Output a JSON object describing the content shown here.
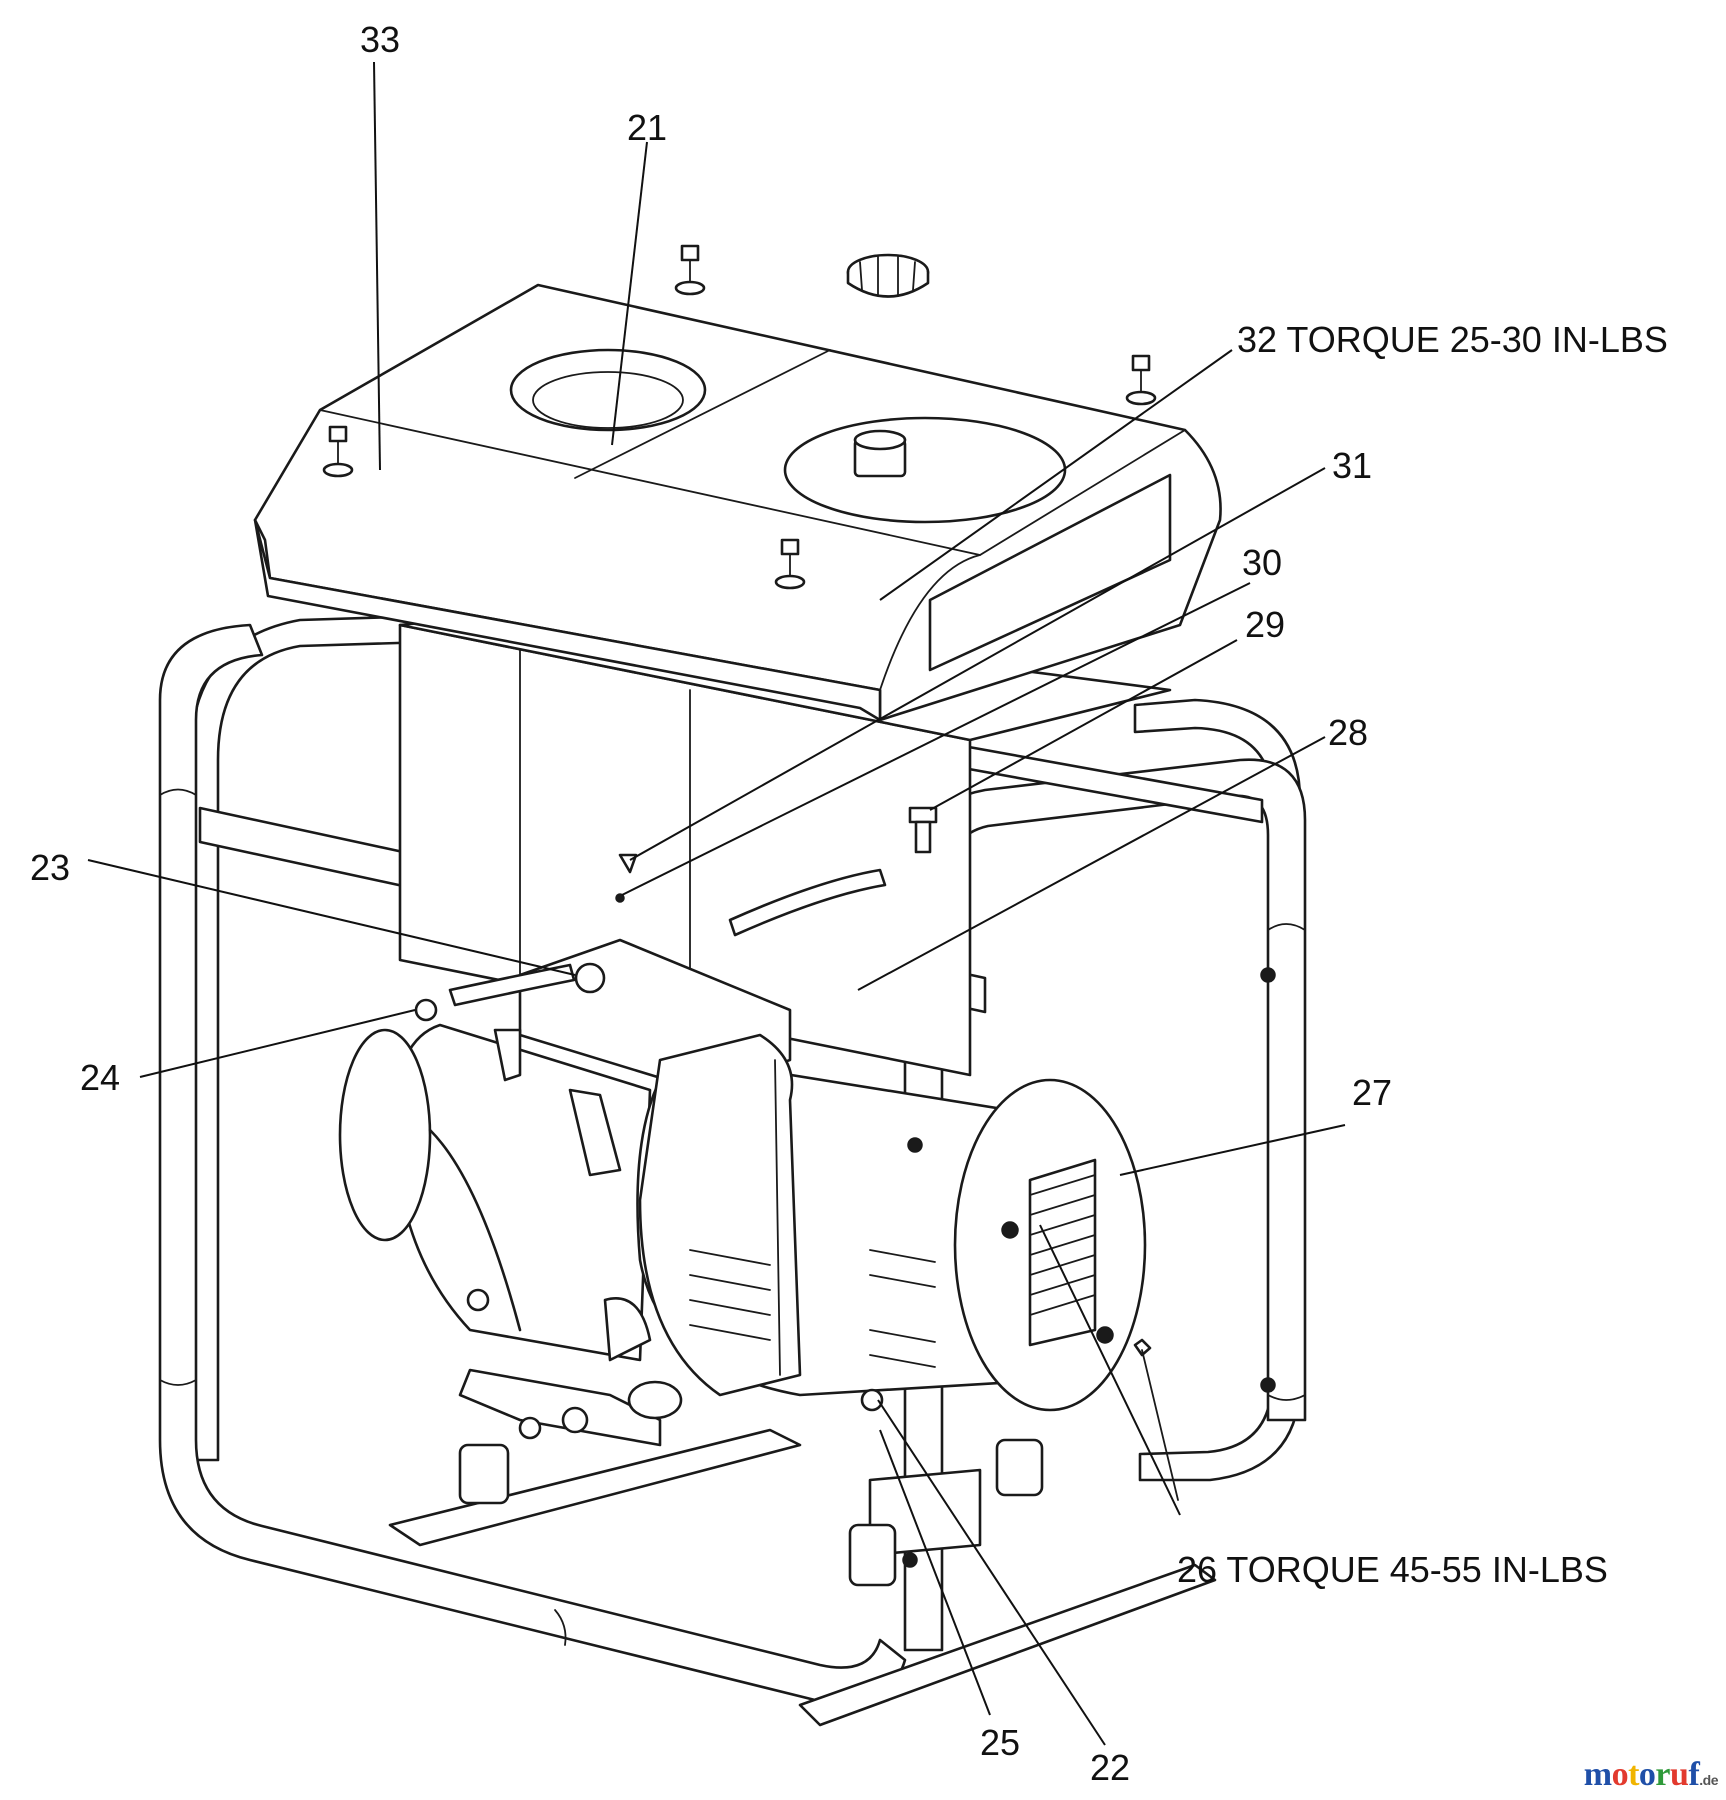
{
  "callouts": [
    {
      "id": "33",
      "label": "33"
    },
    {
      "id": "21",
      "label": "21"
    },
    {
      "id": "32",
      "label": "32  TORQUE 25-30 IN-LBS"
    },
    {
      "id": "31",
      "label": "31"
    },
    {
      "id": "30",
      "label": "30"
    },
    {
      "id": "29",
      "label": "29"
    },
    {
      "id": "28",
      "label": "28"
    },
    {
      "id": "23",
      "label": "23"
    },
    {
      "id": "24",
      "label": "24"
    },
    {
      "id": "27",
      "label": "27"
    },
    {
      "id": "26",
      "label": "26  TORQUE 45-55 IN-LBS"
    },
    {
      "id": "25",
      "label": "25"
    },
    {
      "id": "22",
      "label": "22"
    }
  ],
  "watermark": {
    "text": "motoruf",
    "suffix": ".de",
    "letter_colors": [
      "#1f4fa8",
      "#e23a2e",
      "#f0b400",
      "#1f4fa8",
      "#2f9a3a",
      "#e23a2e",
      "#1f4fa8"
    ]
  }
}
